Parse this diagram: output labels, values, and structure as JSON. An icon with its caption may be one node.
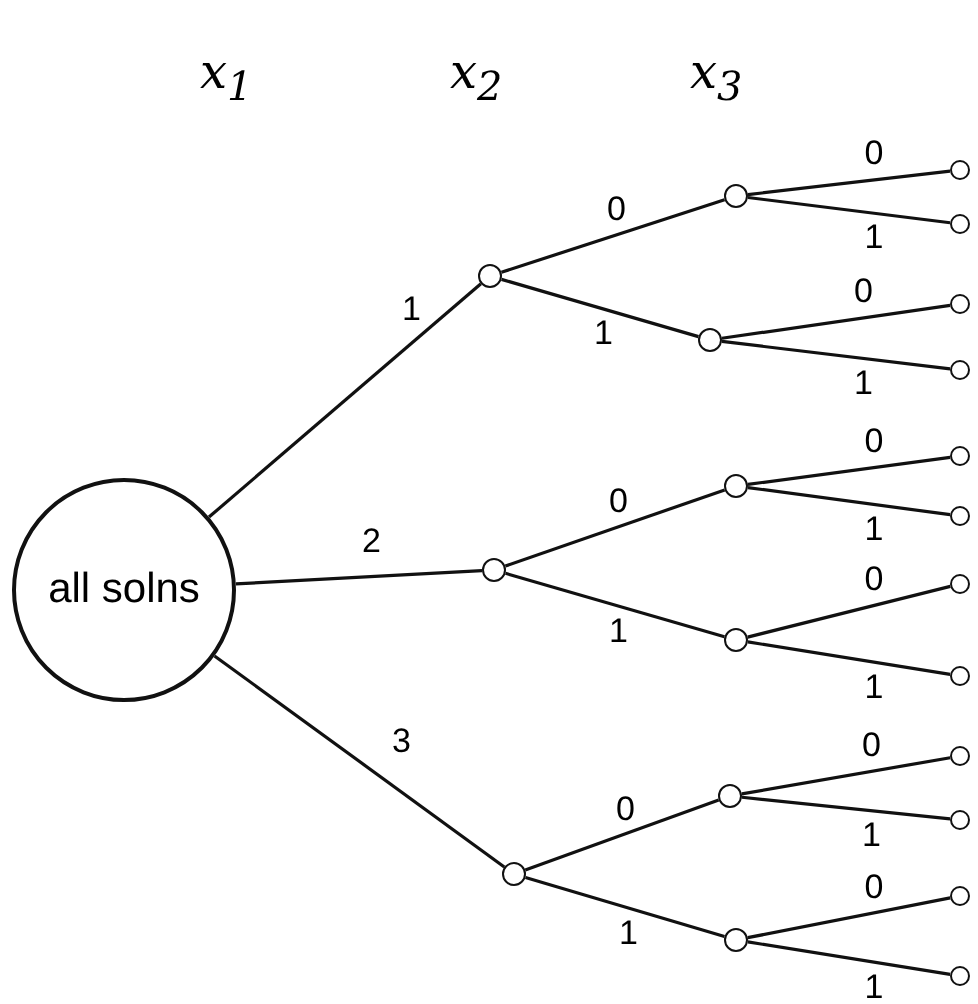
{
  "diagram": {
    "nodes": [
      {
        "text": [
          "all solns"
        ]
      },
      {
        "text": [],
        "shape": "circle"
      },
      {
        "text": [],
        "shape": "circle"
      },
      {
        "text": [],
        "shape": "circle"
      },
      {
        "text": [],
        "shape": "circle"
      },
      {
        "text": [],
        "shape": "circle"
      },
      {
        "text": [],
        "shape": "circle"
      },
      {
        "text": [],
        "shape": "circle"
      },
      {
        "text": [],
        "shape": "circle"
      },
      {
        "text": [],
        "shape": "circle"
      },
      {
        "text": [],
        "shape": "circle"
      },
      {
        "text": [],
        "shape": "circle"
      },
      {
        "text": [],
        "shape": "circle"
      },
      {
        "text": [],
        "shape": "circle"
      },
      {
        "text": [],
        "shape": "circle"
      },
      {
        "text": [],
        "shape": "circle"
      },
      {
        "text": [],
        "shape": "circle"
      },
      {
        "text": [],
        "shape": "circle"
      },
      {
        "text": [],
        "shape": "circle"
      },
      {
        "text": [],
        "shape": "circle"
      },
      {
        "text": [],
        "shape": "circle"
      },
      {
        "text": [],
        "shape": "circle"
      }
    ],
    "edges": [
      {
        "from": 0,
        "to": 1,
        "arrow": "none",
        "label": "1"
      },
      {
        "from": 0,
        "to": 2,
        "arrow": "none",
        "label": "2"
      },
      {
        "from": 0,
        "to": 3,
        "arrow": "none",
        "label": "3"
      },
      {
        "from": 1,
        "to": 4,
        "arrow": "none",
        "label": "0"
      },
      {
        "from": 1,
        "to": 5,
        "arrow": "none",
        "label": "1"
      },
      {
        "from": 2,
        "to": 6,
        "arrow": "none",
        "label": "0"
      },
      {
        "from": 2,
        "to": 7,
        "arrow": "none",
        "label": "1"
      },
      {
        "from": 3,
        "to": 8,
        "arrow": "none",
        "label": "0"
      },
      {
        "from": 3,
        "to": 9,
        "arrow": "none",
        "label": "1"
      },
      {
        "from": 4,
        "to": 10,
        "arrow": "none",
        "label": "0"
      },
      {
        "from": 4,
        "to": 11,
        "arrow": "none",
        "label": "1"
      },
      {
        "from": 5,
        "to": 12,
        "arrow": "none",
        "label": "0"
      },
      {
        "from": 5,
        "to": 13,
        "arrow": "none",
        "label": "1"
      },
      {
        "from": 6,
        "to": 14,
        "arrow": "none",
        "label": "0"
      },
      {
        "from": 6,
        "to": 15,
        "arrow": "none",
        "label": "1"
      },
      {
        "from": 7,
        "to": 16,
        "arrow": "none",
        "label": "0"
      },
      {
        "from": 7,
        "to": 17,
        "arrow": "none",
        "label": "1"
      },
      {
        "from": 8,
        "to": 18,
        "arrow": "none",
        "label": "0"
      },
      {
        "from": 8,
        "to": 19,
        "arrow": "none",
        "label": "1"
      },
      {
        "from": 9,
        "to": 20,
        "arrow": "none",
        "label": "0"
      },
      {
        "from": 9,
        "to": 21,
        "arrow": "none",
        "label": "1"
      }
    ],
    "labels": [
      "x$_{1}$",
      "x$_{2}$",
      "x$_{3}$"
    ]
  }
}
